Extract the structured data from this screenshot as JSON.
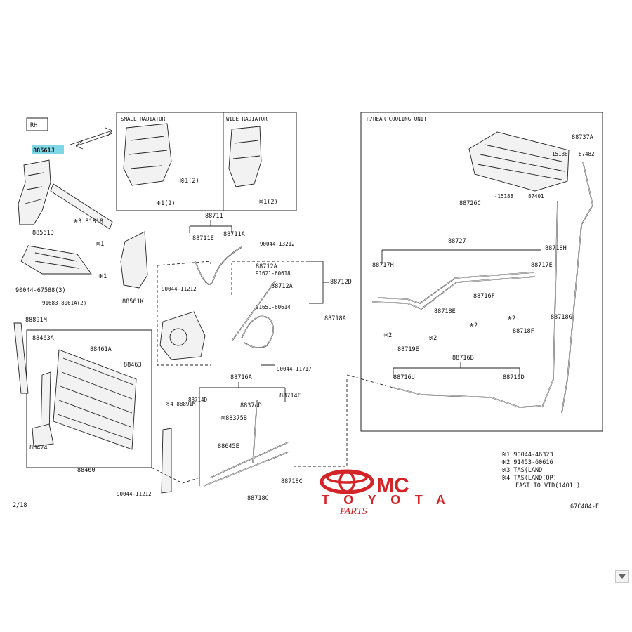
{
  "header": {
    "rh_label": "RH",
    "highlight_part": "88561J"
  },
  "callouts": {
    "small_radiator": "SMALL RADIATOR",
    "wide_radiator": "WIDE RADIATOR",
    "cooling_unit": "R/REAR COOLING UNIT"
  },
  "parts": {
    "p81818": "※3 81818",
    "p88561D": "88561D",
    "p90044_67588": "90044-67588(3)",
    "p91683": "91683-8061A(2)",
    "p88891M_1": "88891M",
    "p88463A": "88463A",
    "p88461A": "88461A",
    "p88463": "88463",
    "p88474": "88474",
    "p88460": "88460",
    "p88561K": "88561K",
    "p_s1_a": "※1",
    "p_s1_b": "※1",
    "p_s1_small": "※1(2)",
    "p_s1_small2": "※1(2)",
    "p_s1_wide": "※1(2)",
    "p88711": "88711",
    "p88711E": "88711E",
    "p88711A": "88711A",
    "p90044_13212_a": "90044-13212",
    "p90044_11212_a": "90044-11212",
    "p88712A": "88712A",
    "p91621": "91621-60618",
    "p88712A_2": "88712A",
    "p88712D": "88712D",
    "p91651": "91651-60614",
    "p88718A": "88718A",
    "p90044_1": "90044-11717",
    "p88716A": "88716A",
    "p88714D": "88714D",
    "p88374D": "88374D",
    "p88714E": "88714E",
    "p88375B": "※88375B",
    "p88645E": "88645E",
    "p88891M_2": "※4 88891M",
    "p88718C_1": "88718C",
    "p88718C_2": "88718C",
    "p90044_11212_b": "90044-11212",
    "p88737A": "88737A",
    "p15188": "15188",
    "p87482": "87482",
    "p88726C": "88726C",
    "p15188_b": "-15188",
    "p87401": "87401",
    "p88727": "88727",
    "p88717H": "88717H",
    "p88718H": "88718H",
    "p88717E": "88717E",
    "p88716F": "88716F",
    "p88718E": "88718E",
    "p_s2_a": "※2",
    "p_s2_b": "※2",
    "p_s2_c": "※2",
    "p_s2_d": "※2",
    "p88719E": "88719E",
    "p88718F": "88718F",
    "p88718G": "88718G",
    "p88716B": "88716B",
    "p88716U": "88716U",
    "p88716D": "88716D"
  },
  "legend": {
    "row1": "※1  90044-46323",
    "row2": "※2  91453-60616",
    "row3": "※3  TAS(LAND",
    "row4": "※4  TAS(LAND(OP)",
    "row5": "FAST  TO VID(1401      )"
  },
  "footer": {
    "left_code": "2/18",
    "right_code": "67C484-F"
  },
  "logo": {
    "line1": "MC",
    "line2": "TOYOTA",
    "line3": "PARTS"
  },
  "colors": {
    "highlight": "#7fd7e6",
    "logo_red": "#d42428"
  }
}
